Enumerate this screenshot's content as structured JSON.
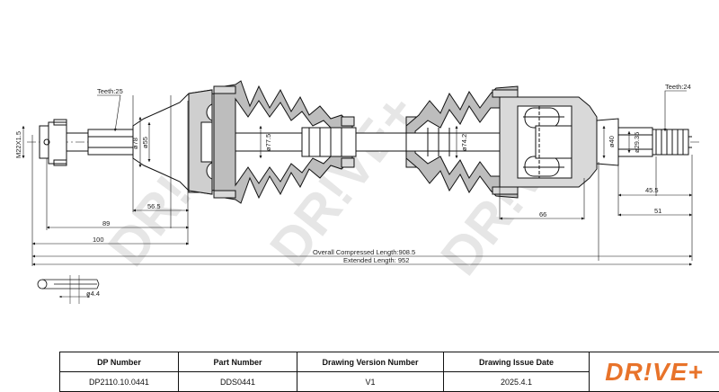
{
  "brand": "DR!VE+",
  "watermark": "DR!VE+",
  "dimensions": {
    "teeth_left": "Teeth:25",
    "teeth_right": "Teeth:24",
    "thread": "M22X1.5",
    "d78": "ø78",
    "d55": "ø55",
    "d77_5": "ø77.5",
    "d74_2": "ø74.2",
    "d40": "ø40",
    "d29_35": "ø29.35",
    "l56_5": "56.5",
    "l89": "89",
    "l100": "100",
    "l66": "66",
    "l45_5": "45.5",
    "l51": "51",
    "overall": "Overall  Compressed  Length:908.5",
    "extended": "Extended  Length: 952",
    "pin": "ø4.4"
  },
  "table": {
    "headers": [
      "DP Number",
      "Part Number",
      "Drawing Version Number",
      "Drawing Issue Date"
    ],
    "values": [
      "DP2110.10.0441",
      "DDS0441",
      "V1",
      "2025.4.1"
    ]
  }
}
